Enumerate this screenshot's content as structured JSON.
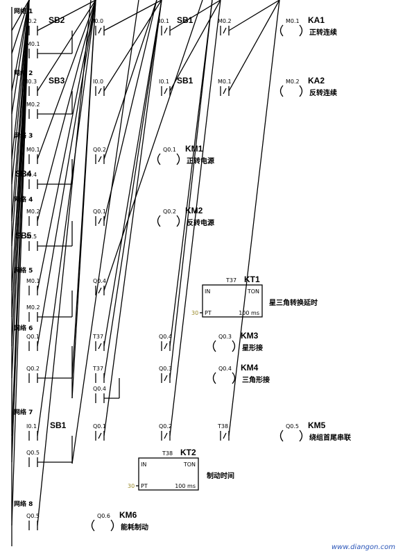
{
  "watermark": "www.diangon.com",
  "networks": [
    {
      "label": "网络 1",
      "elements": [
        {
          "type": "contact",
          "addr": "I0.2",
          "tag": "SB2"
        },
        {
          "type": "contact_nc",
          "addr": "I0.0"
        },
        {
          "type": "contact_nc",
          "addr": "I0.1",
          "tag": "SB1"
        },
        {
          "type": "contact_nc",
          "addr": "M0.2"
        },
        {
          "type": "coil",
          "addr": "M0.1",
          "tag": "KA1",
          "desc": "正转连续"
        },
        {
          "type": "contact",
          "addr": "M0.1"
        }
      ]
    },
    {
      "label": "网络 2",
      "elements": [
        {
          "type": "contact",
          "addr": "I0.3",
          "tag": "SB3"
        },
        {
          "type": "contact_nc",
          "addr": "I0.0"
        },
        {
          "type": "contact_nc",
          "addr": "I0.1",
          "tag": "SB1"
        },
        {
          "type": "contact_nc",
          "addr": "M0.1"
        },
        {
          "type": "coil",
          "addr": "M0.2",
          "tag": "KA2",
          "desc": "反转连续"
        },
        {
          "type": "contact",
          "addr": "M0.2"
        }
      ]
    },
    {
      "label": "网络 3",
      "elements": [
        {
          "type": "contact",
          "addr": "M0.1"
        },
        {
          "type": "contact_nc",
          "addr": "Q0.2"
        },
        {
          "type": "coil",
          "addr": "Q0.1",
          "tag": "KM1",
          "desc": "正转电源"
        },
        {
          "type": "contact",
          "addr": "I0.4",
          "tag": "SB4"
        }
      ]
    },
    {
      "label": "网络 4",
      "elements": [
        {
          "type": "contact",
          "addr": "M0.2"
        },
        {
          "type": "contact_nc",
          "addr": "Q0.1"
        },
        {
          "type": "coil",
          "addr": "Q0.2",
          "tag": "KM2",
          "desc": "反转电源"
        },
        {
          "type": "contact",
          "addr": "I0.5",
          "tag": "SB5"
        }
      ]
    },
    {
      "label": "网络 5",
      "elements": [
        {
          "type": "contact",
          "addr": "M0.1"
        },
        {
          "type": "contact_nc",
          "addr": "Q0.4"
        },
        {
          "type": "timer",
          "addr": "T37",
          "tag": "KT1",
          "in": "IN",
          "ton": "TON",
          "pt": "PT",
          "preset": "30",
          "unit": "100 ms",
          "desc": "星三角转换延时"
        },
        {
          "type": "contact",
          "addr": "M0.2"
        }
      ]
    },
    {
      "label": "网络 6",
      "elements": [
        {
          "type": "contact",
          "addr": "Q0.1"
        },
        {
          "type": "contact_nc",
          "addr": "T37"
        },
        {
          "type": "contact_nc",
          "addr": "Q0.4"
        },
        {
          "type": "coil",
          "addr": "Q0.3",
          "tag": "KM3",
          "desc": "星形接"
        },
        {
          "type": "contact",
          "addr": "Q0.2"
        },
        {
          "type": "contact",
          "addr": "T37"
        },
        {
          "type": "contact_nc",
          "addr": "Q0.3"
        },
        {
          "type": "coil",
          "addr": "Q0.4",
          "tag": "KM4",
          "desc": "三角形接"
        },
        {
          "type": "contact",
          "addr": "Q0.4"
        }
      ]
    },
    {
      "label": "网络 7",
      "elements": [
        {
          "type": "contact",
          "addr": "I0.1",
          "tag": "SB1"
        },
        {
          "type": "contact_nc",
          "addr": "Q0.1"
        },
        {
          "type": "contact_nc",
          "addr": "Q0.2"
        },
        {
          "type": "contact_nc",
          "addr": "T38"
        },
        {
          "type": "coil",
          "addr": "Q0.5",
          "tag": "KM5",
          "desc": "绕组首尾串联"
        },
        {
          "type": "contact",
          "addr": "Q0.5"
        },
        {
          "type": "timer",
          "addr": "T38",
          "tag": "KT2",
          "in": "IN",
          "ton": "TON",
          "pt": "PT",
          "preset": "30",
          "unit": "100 ms",
          "desc": "制动时间"
        }
      ]
    },
    {
      "label": "网络 8",
      "elements": [
        {
          "type": "contact",
          "addr": "Q0.5"
        },
        {
          "type": "coil",
          "addr": "Q0.6",
          "tag": "KM6",
          "desc": "能耗制动"
        }
      ]
    }
  ]
}
